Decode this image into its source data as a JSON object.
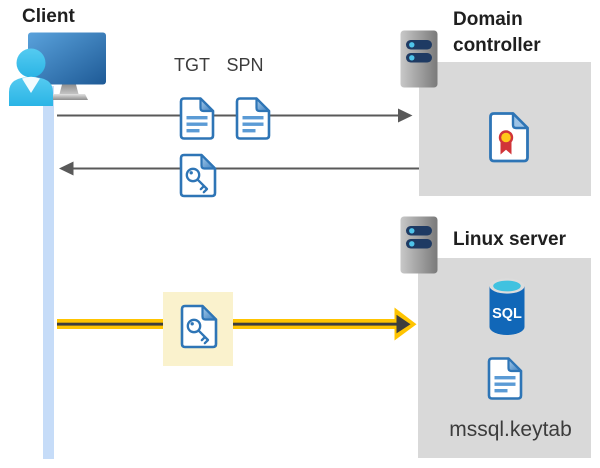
{
  "nodes": {
    "client": {
      "label": "Client"
    },
    "domain_controller": {
      "label": "Domain controller"
    },
    "linux_server": {
      "label": "Linux server",
      "sql_label": "SQL",
      "keytab_label": "mssql.keytab"
    }
  },
  "artifacts": {
    "tgt_label": "TGT",
    "spn_label": "SPN"
  },
  "flows": [
    {
      "from": "client",
      "to": "domain_controller",
      "carries": [
        "TGT",
        "SPN"
      ],
      "arrow": "thin-gray-right"
    },
    {
      "from": "domain_controller",
      "to": "client",
      "carries": [
        "service-ticket-key"
      ],
      "arrow": "thin-gray-left"
    },
    {
      "from": "client",
      "to": "linux_server",
      "carries": [
        "service-ticket-key"
      ],
      "arrow": "bold-yellow-right"
    }
  ],
  "colors": {
    "doc_border": "#2E75B6",
    "doc_lines": "#5B9BD5",
    "box_gray": "#D9D9D9",
    "arrow_gray": "#595959",
    "arrow_yellow": "#FFC400",
    "highlight_yellow": "#FAF2CD",
    "timeline_blue": "#C6DCF8",
    "server_pill_navy": "#1E3A63",
    "server_dot_cyan": "#4FC4EA",
    "sql_blue": "#1167B8",
    "cert_red": "#D13438",
    "cert_gold": "#FFC81A"
  }
}
